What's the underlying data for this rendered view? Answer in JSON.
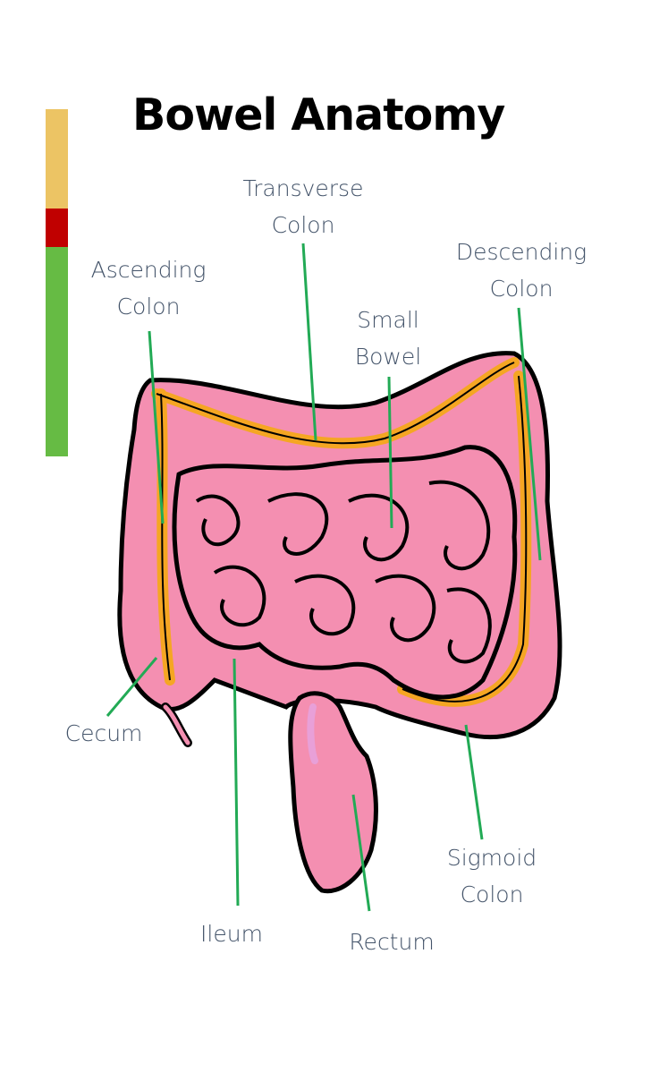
{
  "title": "Bowel Anatomy",
  "color_scale": [
    "#ecc464",
    "#c00000",
    "#66bb44"
  ],
  "colors": {
    "tissue": "#f48fb1",
    "mesentery": "#f5a623",
    "outline": "#000000",
    "leader": "#22aa55",
    "label": "#44546a"
  },
  "labels": {
    "transverse": [
      "Transverse",
      "Colon"
    ],
    "ascending": [
      "Ascending",
      "Colon"
    ],
    "descending": [
      "Descending",
      "Colon"
    ],
    "small_bowel": [
      "Small",
      "Bowel"
    ],
    "cecum": [
      "Cecum"
    ],
    "ileum": [
      "Ileum"
    ],
    "rectum": [
      "Rectum"
    ],
    "sigmoid": [
      "Sigmoid",
      "Colon"
    ]
  }
}
